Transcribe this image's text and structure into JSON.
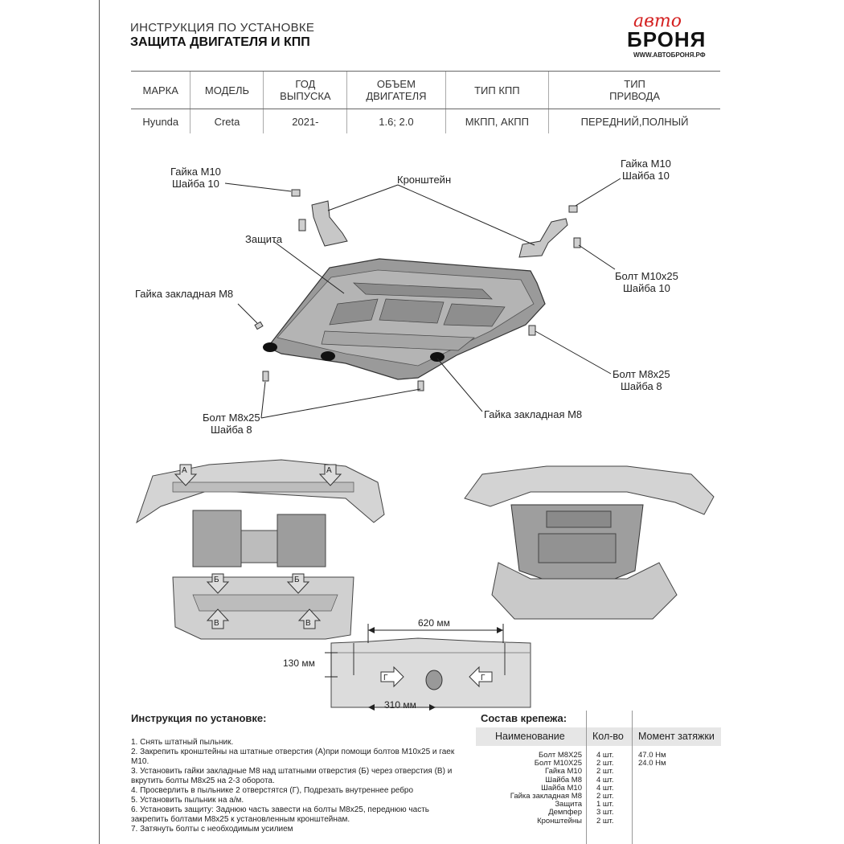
{
  "header": {
    "title_line1": "ИНСТРУКЦИЯ ПО УСТАНОВКЕ",
    "title_line2": "ЗАЩИТА ДВИГАТЕЛЯ И КПП",
    "logo_script": "авто",
    "logo_brand": "БРОНЯ",
    "logo_site": "WWW.АВТОБРОНЯ.РФ"
  },
  "spec_table": {
    "headers": [
      "МАРКА",
      "МОДЕЛЬ",
      "ГОД\nВЫПУСКА",
      "ОБЪЕМ\nДВИГАТЕЛЯ",
      "ТИП КПП",
      "ТИП\nПРИВОДА"
    ],
    "row": [
      "Hyunda",
      "Creta",
      "2021-",
      "1.6; 2.0",
      "МКПП, АКПП",
      "ПЕРЕДНИЙ,ПОЛНЫЙ"
    ]
  },
  "callouts": {
    "nut_m10_left_1": "Гайка М10",
    "nut_m10_left_2": "Шайба 10",
    "bracket": "Кронштейн",
    "nut_m10_right_1": "Гайка М10",
    "nut_m10_right_2": "Шайба 10",
    "guard": "Защита",
    "bolt_m10_right_1": "Болт М10х25",
    "bolt_m10_right_2": "Шайба 10",
    "cage_nut_left": "Гайка закладная М8",
    "bolt_m8_right_1": "Болт М8х25",
    "bolt_m8_right_2": "Шайба 8",
    "bolt_m8_left_1": "Болт М8х25",
    "bolt_m8_left_2": "Шайба 8",
    "cage_nut_bottom": "Гайка закладная М8"
  },
  "point_markers": {
    "a": "А",
    "b": "Б",
    "v": "В",
    "g": "Г"
  },
  "dimensions": {
    "width_620": "620 мм",
    "height_130": "130  мм",
    "width_310": "310 мм"
  },
  "instructions": {
    "heading": "Инструкция по установке:",
    "steps": [
      "1. Снять штатный пыльник.",
      "2. Закрепить кронштейны на штатные отверстия (А)при помощи болтов М10х25 и гаек М10.",
      "3. Установить гайки закладные М8 над штатными отверстия (Б) через отверстия (В) и вкрутить болты М8х25 на 2-3 оборота.",
      "4. Просверлить в пыльнике 2 отверстятся (Г), Подрезать внутреннее ребро",
      "5. Установить пыльник на а/м.",
      "6. Установить защиту: Заднюю часть завести на болты М8х25, переднюю часть закрепить болтами М8х25 к установленным кронштейнам.",
      "7. Затянуть болты с необходимым усилием"
    ]
  },
  "fasteners": {
    "heading": "Состав крепежа:",
    "col_name": "Наименование",
    "col_qty": "Кол-во",
    "col_torque": "Момент затяжки",
    "rows": [
      {
        "name": "Болт М8Х25",
        "qty": "4 шт.",
        "torque": "47.0 Нм"
      },
      {
        "name": "Болт М10Х25",
        "qty": "2 шт.",
        "torque": "24.0 Нм"
      },
      {
        "name": "Гайка М10",
        "qty": "2 шт.",
        "torque": ""
      },
      {
        "name": "Шайба М8",
        "qty": "4 шт.",
        "torque": ""
      },
      {
        "name": "Шайба М10",
        "qty": "4 шт.",
        "torque": ""
      },
      {
        "name": "Гайка закладная М8",
        "qty": "2 шт.",
        "torque": ""
      },
      {
        "name": "Защита",
        "qty": "1 шт.",
        "torque": ""
      },
      {
        "name": "Демпфер",
        "qty": "3 шт.",
        "torque": ""
      },
      {
        "name": "Кронштейны",
        "qty": "2 шт.",
        "torque": ""
      }
    ]
  },
  "colors": {
    "logo_red": "#d42020",
    "marker_fill": "#dddddd"
  }
}
